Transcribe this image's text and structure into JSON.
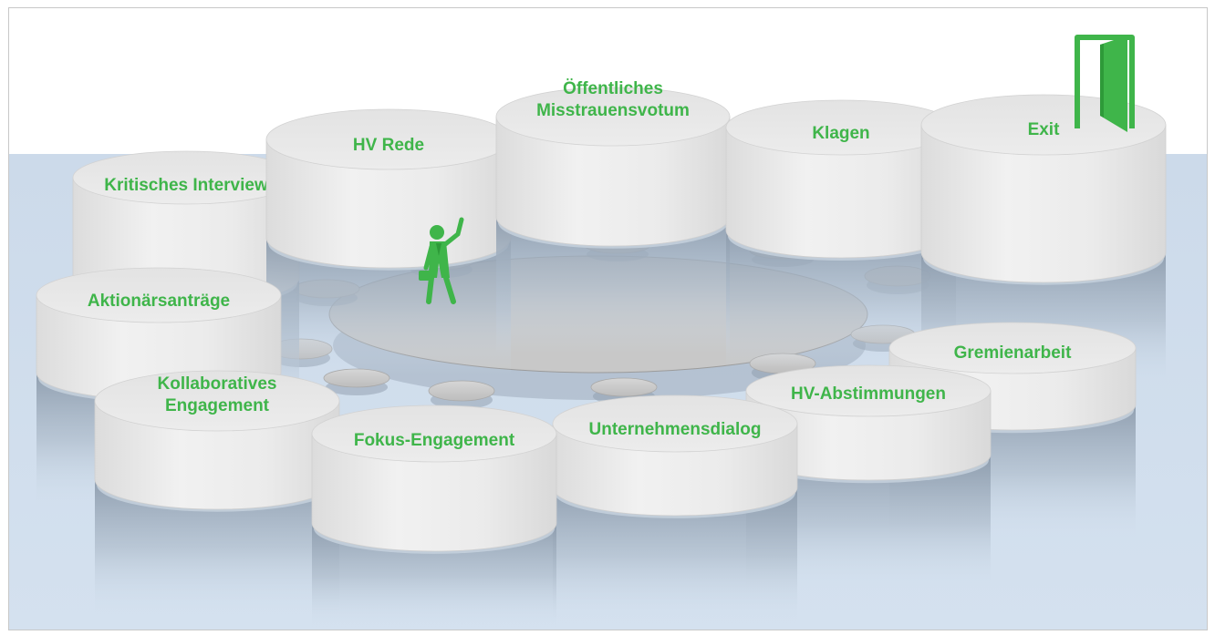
{
  "diagram": {
    "colors": {
      "label": "#3fb54a",
      "water": "#d3e0ee",
      "pillar_top": "#e6e6e6",
      "pillar_side": "#e9e9e9",
      "stone": "#cbcbcb",
      "figure": "#3fb54a"
    },
    "pillars": [
      {
        "id": "kritisches-interview",
        "lines": [
          "Kritisches Interview"
        ]
      },
      {
        "id": "hv-rede",
        "lines": [
          "HV Rede"
        ]
      },
      {
        "id": "oeffentliches-misstrauensvotum",
        "lines": [
          "Öffentliches",
          "Misstrauensvotum"
        ]
      },
      {
        "id": "klagen",
        "lines": [
          "Klagen"
        ]
      },
      {
        "id": "exit",
        "lines": [
          "Exit"
        ]
      },
      {
        "id": "aktionaersantraege",
        "lines": [
          "Aktionärsanträge"
        ]
      },
      {
        "id": "gremienarbeit",
        "lines": [
          "Gremienarbeit"
        ]
      },
      {
        "id": "hv-abstimmungen",
        "lines": [
          "HV-Abstimmungen"
        ]
      },
      {
        "id": "kollaboratives-engagement",
        "lines": [
          "Kollaboratives",
          "Engagement"
        ]
      },
      {
        "id": "unternehmensdialog",
        "lines": [
          "Unternehmensdialog"
        ]
      },
      {
        "id": "fokus-engagement",
        "lines": [
          "Fokus-Engagement"
        ]
      }
    ],
    "icons": [
      "exit-door-icon",
      "businessman-icon"
    ]
  }
}
